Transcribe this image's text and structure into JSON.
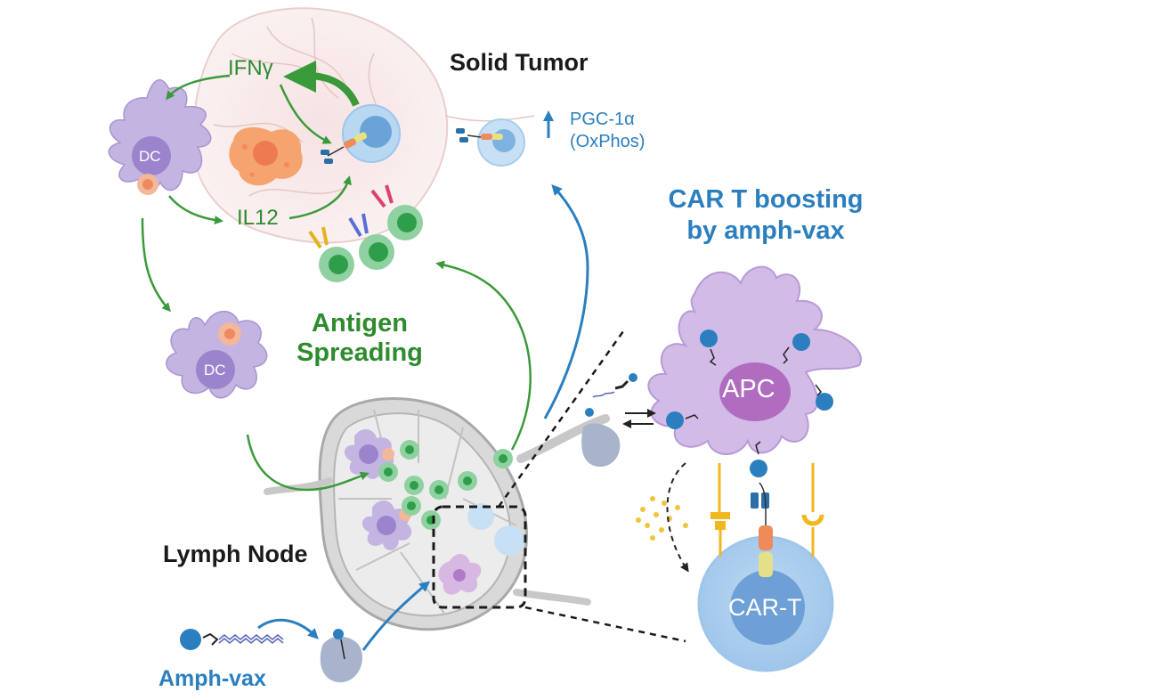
{
  "labels": {
    "solid_tumor": "Solid Tumor",
    "ifng": "IFNγ",
    "il12": "IL12",
    "dc_top": "DC",
    "dc_mid": "DC",
    "antigen_spreading_line1": "Antigen",
    "antigen_spreading_line2": "Spreading",
    "pgc_line1": "PGC-1α",
    "pgc_line2": "(OxPhos)",
    "car_boost_line1": "CAR T boosting",
    "car_boost_line2": "by amph-vax",
    "apc": "APC",
    "car_t": "CAR-T",
    "lymph_node": "Lymph Node",
    "amph_vax": "Amph-vax"
  },
  "colors": {
    "green_arrow": "#3a9a3a",
    "blue_arrow": "#2c7fbf",
    "dc_purple": "#b9a7d9",
    "apc_purple": "#c9b1df",
    "tumor_pink": "#f3dede",
    "tcell_green": "#2e9e4a",
    "car_t_blue": "#a9cdee",
    "lymph_gray": "#cfcfcf"
  }
}
